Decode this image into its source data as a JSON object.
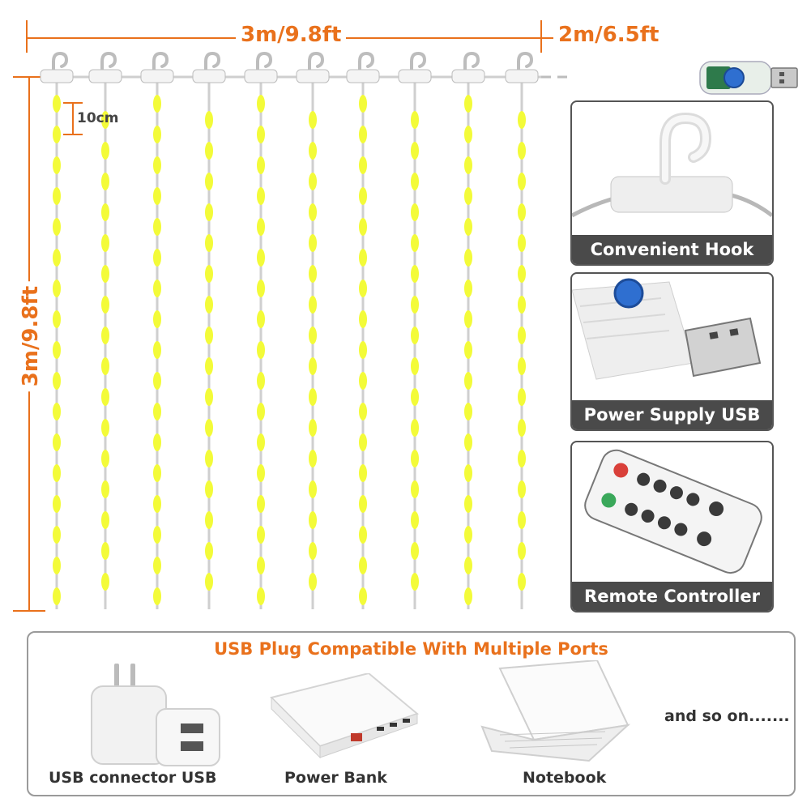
{
  "dimensions": {
    "width_label": "3m/9.8ft",
    "cable_label": "2m/6.5ft",
    "height_label": "3m/9.8ft",
    "spacing_label": "10cm"
  },
  "features": [
    {
      "label": "Convenient Hook",
      "icon": "hook-icon"
    },
    {
      "label": "Power Supply USB",
      "icon": "usb-plug-icon"
    },
    {
      "label": "Remote Controller",
      "icon": "remote-icon"
    }
  ],
  "compatibility": {
    "title": "USB Plug Compatible With Multiple Ports",
    "items": [
      {
        "label": "USB connector USB",
        "icon": "usb-adapter-icon"
      },
      {
        "label": "Power Bank",
        "icon": "power-bank-icon"
      },
      {
        "label": "Notebook",
        "icon": "laptop-icon"
      }
    ],
    "more_text": "and so on......."
  },
  "colors": {
    "accent": "#e9711c",
    "led": "#f3fb39",
    "caption_bg": "#4a4a4a",
    "remote_red": "#d9403a",
    "remote_green": "#3aa85a",
    "usb_button": "#2f6fd0"
  }
}
